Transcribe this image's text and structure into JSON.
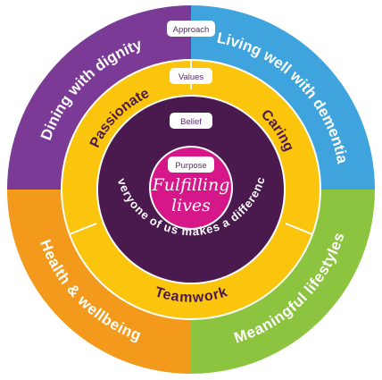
{
  "tabs": {
    "approach": "Approach",
    "values": "Values",
    "belief": "Belief",
    "purpose": "Purpose"
  },
  "approach": {
    "top_left": "Dining with dignity",
    "top_right": "Living well with dementia",
    "bottom_left": "Health & wellbeing",
    "bottom_right": "Meaningful lifestyles"
  },
  "values": {
    "left": "Passionate",
    "right": "Caring",
    "bottom": "Teamwork"
  },
  "belief": {
    "text": "Everyone of us makes a difference"
  },
  "purpose": {
    "line1": "Fulfilling",
    "line2": "lives"
  },
  "colors": {
    "purple_outer": "#7b3a96",
    "blue_outer": "#3fa4dd",
    "orange_outer": "#f39a1c",
    "green_outer": "#8cc43f",
    "yellow": "#fbc50d",
    "dark_purple": "#4a1a4f",
    "magenta": "#d6178a"
  }
}
